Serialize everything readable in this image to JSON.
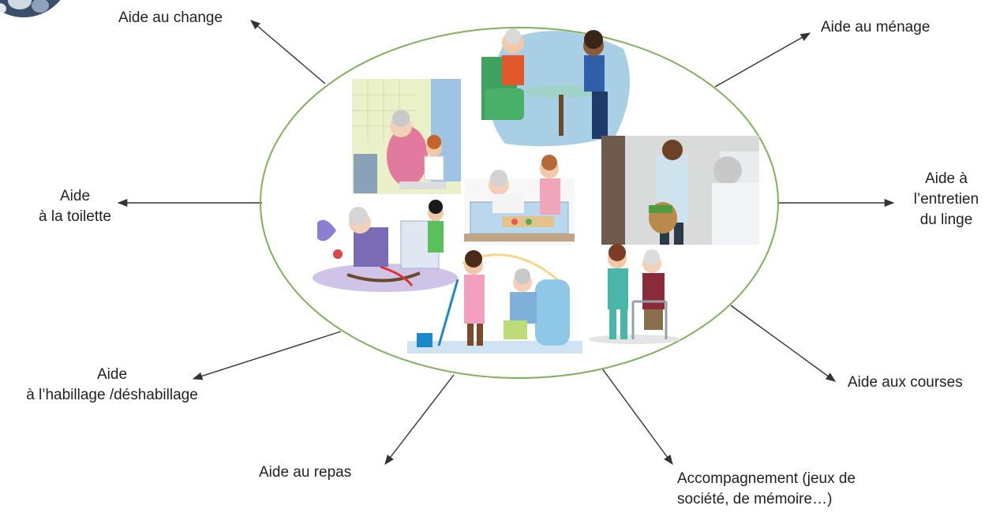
{
  "labels": {
    "change": "Aide au change",
    "menage": "Aide au ménage",
    "toilette_l1": "Aide",
    "toilette_l2": "à la toilette",
    "linge_l1": "Aide à",
    "linge_l2": "l’entretien",
    "linge_l3": "du linge",
    "habillage_l1": "Aide",
    "habillage_l2": "à l’habillage /déshabillage",
    "courses": "Aide aux courses",
    "repas": "Aide au repas",
    "accomp_l1": "Accompagnement (jeux de",
    "accomp_l2": "société, de mémoire…)"
  },
  "colors": {
    "ellipse": "#7fb15a",
    "arrow": "#333333",
    "text": "#222222"
  },
  "illustrations": [
    "bathing-scene",
    "board-game-scene",
    "laundry-basket-scene",
    "meal-tray-scene",
    "rocking-chair-scene",
    "walker-scene",
    "mopping-scene"
  ]
}
